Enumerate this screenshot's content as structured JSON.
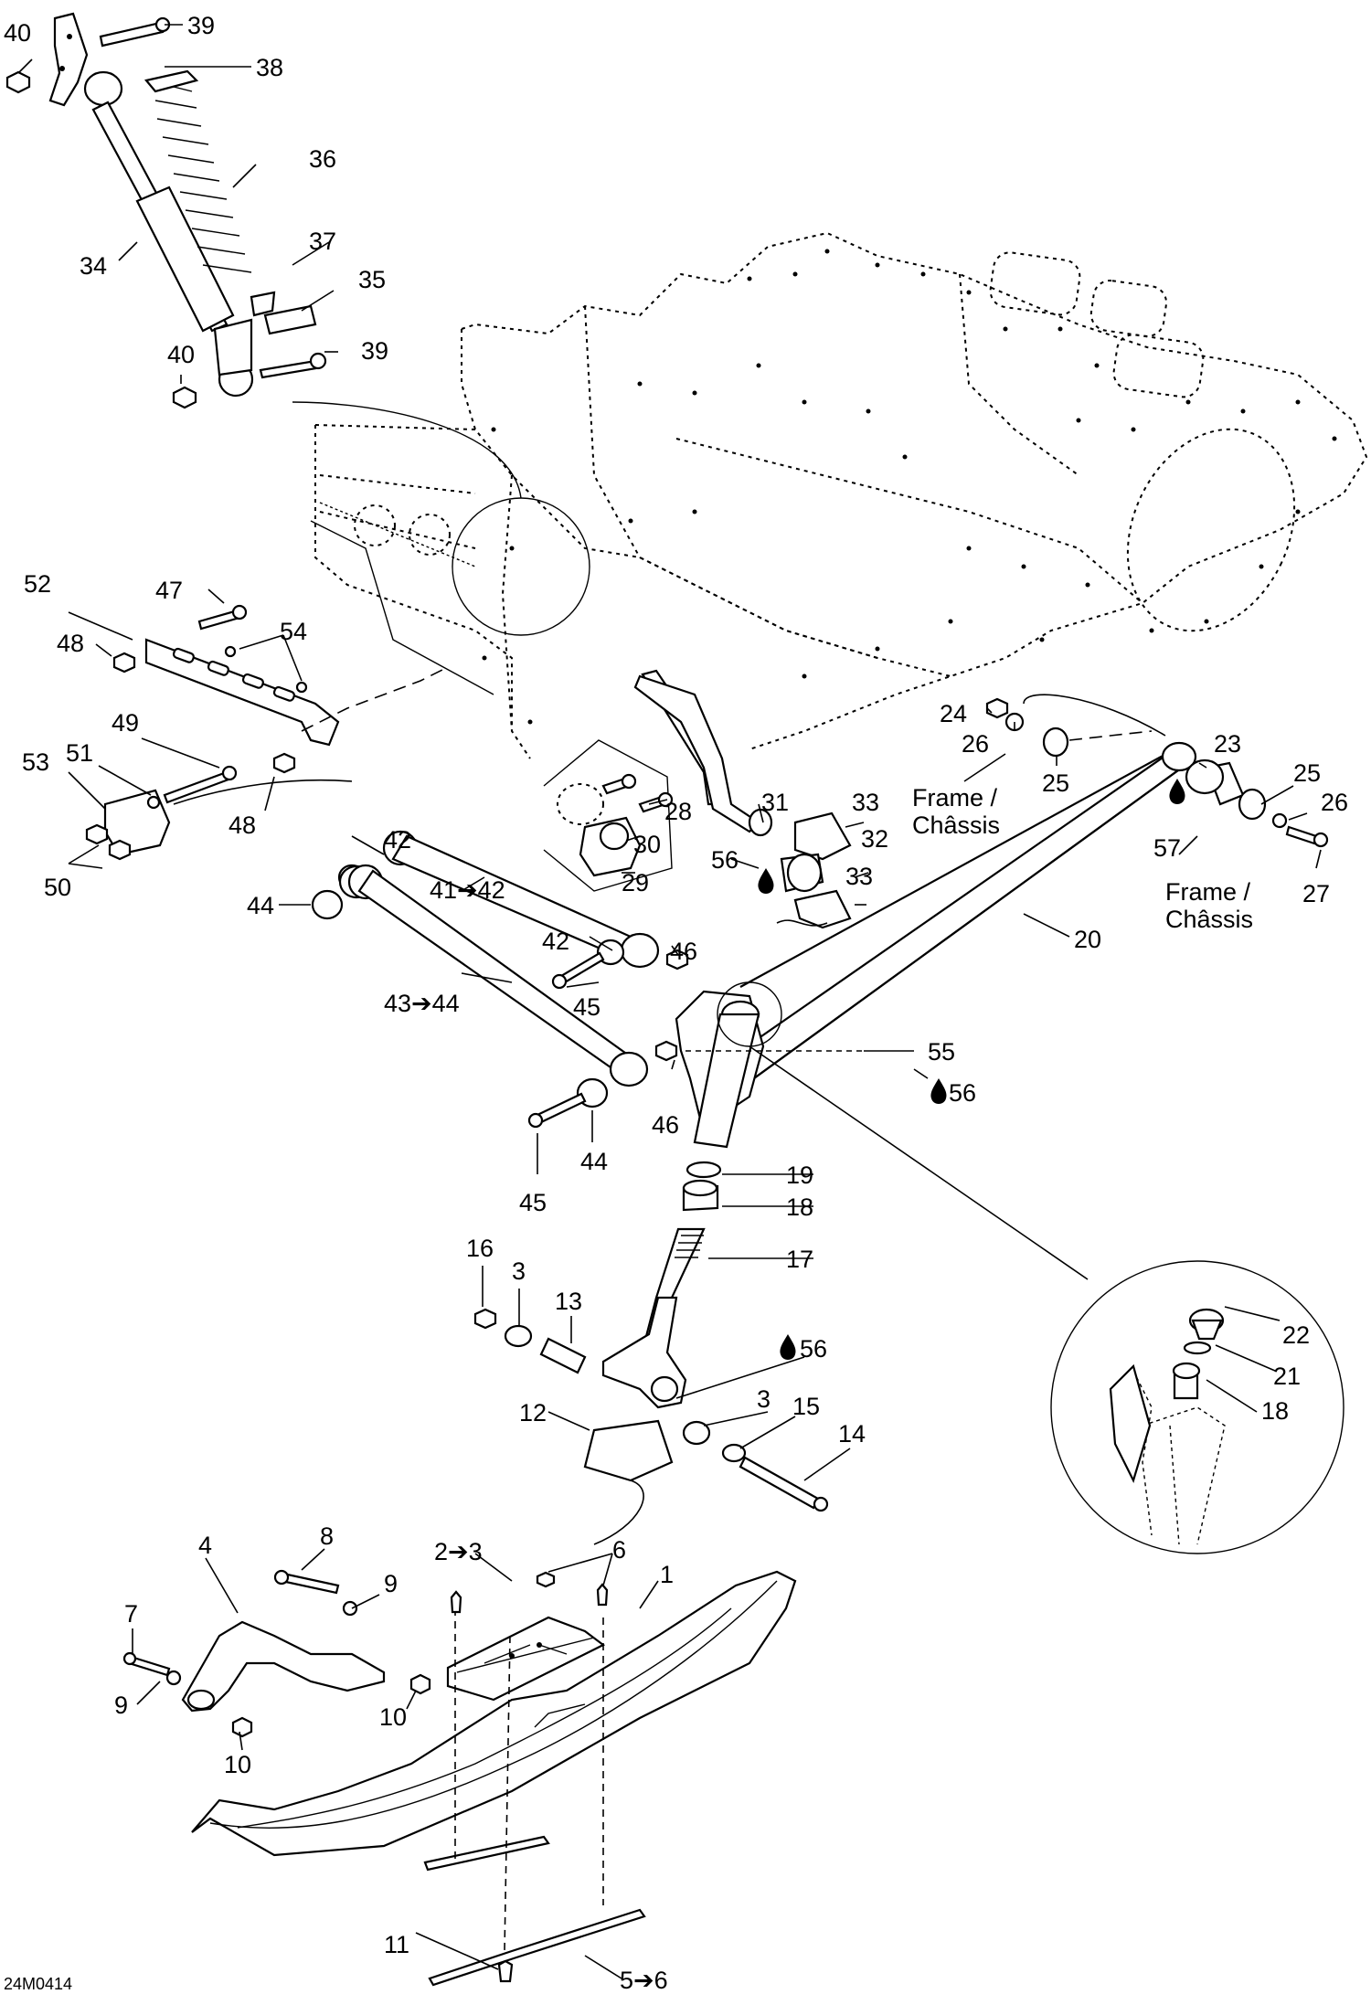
{
  "diagram_code": "24M0414",
  "colors": {
    "ink": "#000000",
    "paper": "#ffffff"
  },
  "icons": {
    "lubricant": "oil-drop-icon",
    "range_arrow": "arrow-right-icon"
  },
  "callouts": [
    {
      "id": "c40a",
      "text": "40"
    },
    {
      "id": "c39a",
      "text": "39"
    },
    {
      "id": "c38",
      "text": "38"
    },
    {
      "id": "c36",
      "text": "36"
    },
    {
      "id": "c34",
      "text": "34"
    },
    {
      "id": "c37",
      "text": "37"
    },
    {
      "id": "c35",
      "text": "35"
    },
    {
      "id": "c40b",
      "text": "40"
    },
    {
      "id": "c39b",
      "text": "39"
    },
    {
      "id": "c52",
      "text": "52"
    },
    {
      "id": "c47",
      "text": "47"
    },
    {
      "id": "c48a",
      "text": "48"
    },
    {
      "id": "c54",
      "text": "54"
    },
    {
      "id": "c49",
      "text": "49"
    },
    {
      "id": "c51",
      "text": "51"
    },
    {
      "id": "c53",
      "text": "53"
    },
    {
      "id": "c48b",
      "text": "48"
    },
    {
      "id": "c42a",
      "text": "42"
    },
    {
      "id": "c50",
      "text": "50"
    },
    {
      "id": "c41",
      "text": "41➔42"
    },
    {
      "id": "c44a",
      "text": "44"
    },
    {
      "id": "c42b",
      "text": "42"
    },
    {
      "id": "c46a",
      "text": "46"
    },
    {
      "id": "c43",
      "text": "43➔44"
    },
    {
      "id": "c45a",
      "text": "45"
    },
    {
      "id": "c46b",
      "text": "46"
    },
    {
      "id": "c44b",
      "text": "44"
    },
    {
      "id": "c45b",
      "text": "45"
    },
    {
      "id": "c28",
      "text": "28"
    },
    {
      "id": "c30",
      "text": "30"
    },
    {
      "id": "c29",
      "text": "29"
    },
    {
      "id": "c31",
      "text": "31"
    },
    {
      "id": "c33a",
      "text": "33"
    },
    {
      "id": "c56a",
      "text": "56"
    },
    {
      "id": "c32",
      "text": "32"
    },
    {
      "id": "c33b",
      "text": "33"
    },
    {
      "id": "c24",
      "text": "24"
    },
    {
      "id": "c26a",
      "text": "26"
    },
    {
      "id": "c25a",
      "text": "25"
    },
    {
      "id": "c23",
      "text": "23"
    },
    {
      "id": "c25b",
      "text": "25"
    },
    {
      "id": "c26b",
      "text": "26"
    },
    {
      "id": "c57",
      "text": "57"
    },
    {
      "id": "c27",
      "text": "27"
    },
    {
      "id": "c20",
      "text": "20"
    },
    {
      "id": "c55",
      "text": "55"
    },
    {
      "id": "c56b",
      "text": "56"
    },
    {
      "id": "c19",
      "text": "19"
    },
    {
      "id": "c18a",
      "text": "18"
    },
    {
      "id": "c17",
      "text": "17"
    },
    {
      "id": "c16",
      "text": "16"
    },
    {
      "id": "c3a",
      "text": "3"
    },
    {
      "id": "c13",
      "text": "13"
    },
    {
      "id": "c56c",
      "text": "56"
    },
    {
      "id": "c12",
      "text": "12"
    },
    {
      "id": "c3b",
      "text": "3"
    },
    {
      "id": "c15",
      "text": "15"
    },
    {
      "id": "c14",
      "text": "14"
    },
    {
      "id": "c22",
      "text": "22"
    },
    {
      "id": "c21",
      "text": "21"
    },
    {
      "id": "c18b",
      "text": "18"
    },
    {
      "id": "c4",
      "text": "4"
    },
    {
      "id": "c8",
      "text": "8"
    },
    {
      "id": "c9a",
      "text": "9"
    },
    {
      "id": "c7",
      "text": "7"
    },
    {
      "id": "c9b",
      "text": "9"
    },
    {
      "id": "c10a",
      "text": "10"
    },
    {
      "id": "c10b",
      "text": "10"
    },
    {
      "id": "c2",
      "text": "2➔3"
    },
    {
      "id": "c6",
      "text": "6"
    },
    {
      "id": "c1",
      "text": "1"
    },
    {
      "id": "c11",
      "text": "11"
    },
    {
      "id": "c5",
      "text": "5➔6"
    }
  ],
  "frame_labels": [
    {
      "id": "f1",
      "line1": "Frame /",
      "line2": "Châssis"
    },
    {
      "id": "f2",
      "line1": "Frame /",
      "line2": "Châssis"
    }
  ]
}
